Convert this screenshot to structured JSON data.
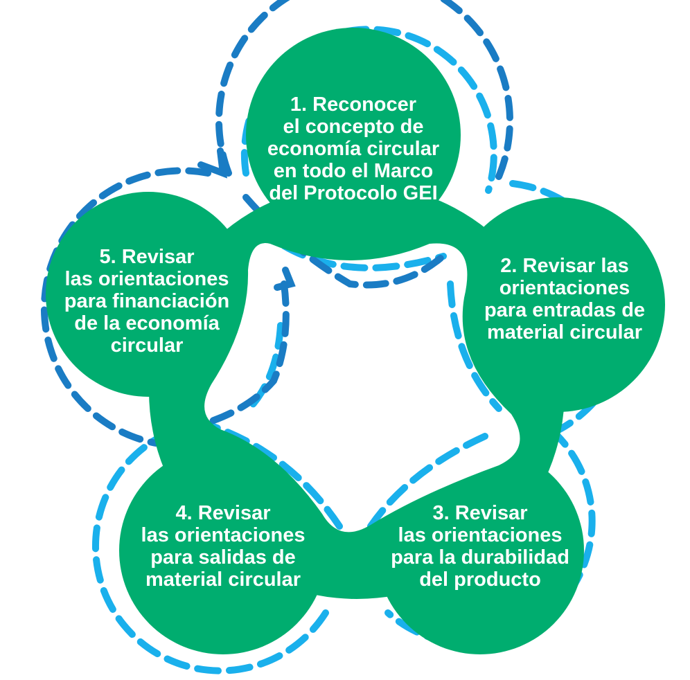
{
  "colors": {
    "green": "#00ad6f",
    "dark_blue_dash": "#1a7cc4",
    "light_blue_dash": "#1ab0ec",
    "text": "#ffffff"
  },
  "steps": [
    {
      "label": "1. Reconocer\nel concepto de\neconomía circular\nen todo el Marco\ndel Protocolo GEI"
    },
    {
      "label": "2. Revisar las\norientaciones\npara entradas de\nmaterial circular"
    },
    {
      "label": "3. Revisar\nlas orientaciones\npara la durabilidad\ndel producto"
    },
    {
      "label": "4. Revisar\nlas orientaciones\npara salidas de\nmaterial circular"
    },
    {
      "label": "5. Revisar\nlas orientaciones\npara financiación\nde la economía\ncircular"
    }
  ]
}
